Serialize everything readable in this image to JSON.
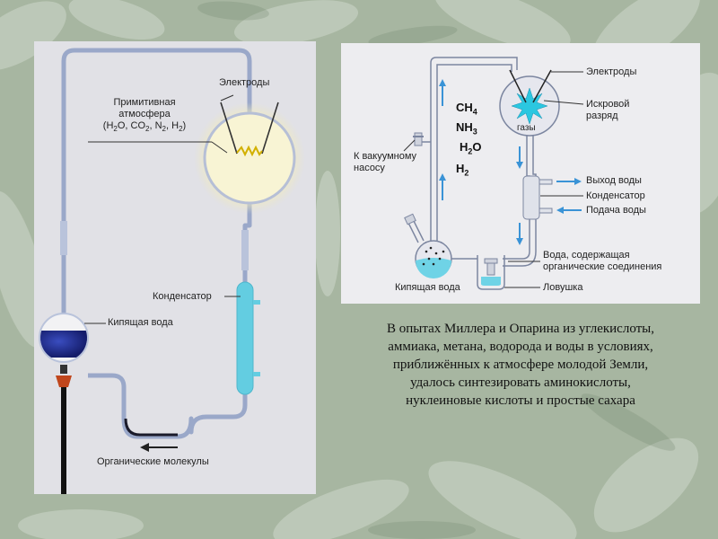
{
  "left_diagram": {
    "electrodes_label": "Электроды",
    "atmosphere_line1": "Примитивная",
    "atmosphere_line2": "атмосфера",
    "atmosphere_line3_parts": [
      "(H",
      "2",
      "O, CO",
      "2",
      ", N",
      "2",
      ", H",
      "2",
      ")"
    ],
    "condenser_label": "Конденсатор",
    "boiling_water_label": "Кипящая вода",
    "organic_molecules_label": "Органические молекулы"
  },
  "right_diagram": {
    "gases": [
      {
        "base": "CH",
        "sub": "4"
      },
      {
        "base": "NH",
        "sub": "3"
      },
      {
        "base": "H",
        "sub": "2",
        "tail": "O"
      },
      {
        "base": "H",
        "sub": "2"
      }
    ],
    "gases_label": "газы",
    "electrodes_label": "Электроды",
    "spark_label_line1": "Искровой",
    "spark_label_line2": "разряд",
    "vacuum_label_line1": "К вакуумному",
    "vacuum_label_line2": "насосу",
    "water_out_label": "Выход воды",
    "condenser_label": "Конденсатор",
    "water_in_label": "Подача воды",
    "water_organic_line1": "Вода, содержащая",
    "water_organic_line2": "органические соединения",
    "boiling_water_label": "Кипящая вода",
    "trap_label": "Ловушка"
  },
  "caption": {
    "lines": [
      "В опытах Миллера и Опарина из углекислоты,",
      "аммиака, метана, водорода и воды в условиях,",
      "приближённых к атмосфере молодой Земли,",
      "удалось синтезировать аминокислоты,",
      "нуклеиновые кислоты и простые сахара"
    ]
  },
  "colors": {
    "background": "#a6b5a0",
    "panel": "#e1e1e6",
    "glass": "#8fa3c8",
    "condenser_cyan": "#6fd3e6",
    "water_blue": "#1f2a8a",
    "arrow_blue": "#3a93d6",
    "spark_cyan": "#2bc7e0",
    "glow_yellow": "#f6f0b0"
  }
}
